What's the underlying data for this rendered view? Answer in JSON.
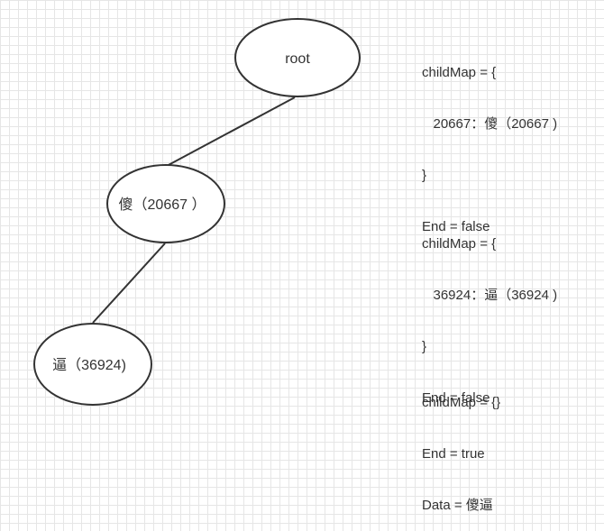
{
  "nodes": [
    {
      "id": "root",
      "label": "root"
    },
    {
      "id": "sha",
      "label": "傻（20667 ）"
    },
    {
      "id": "bi",
      "label": "逼（36924)"
    }
  ],
  "edges": [
    {
      "from": "root",
      "to": "sha"
    },
    {
      "from": "sha",
      "to": "bi"
    }
  ],
  "notes": [
    {
      "lines": [
        "childMap = {",
        "   20667：傻（20667 )",
        "}",
        "End = false"
      ]
    },
    {
      "lines": [
        "childMap = {",
        "   36924：逼（36924 )",
        "}",
        "End = false"
      ]
    },
    {
      "lines": [
        "childMap = {}",
        "End = true",
        "Data = 傻逼"
      ]
    }
  ]
}
